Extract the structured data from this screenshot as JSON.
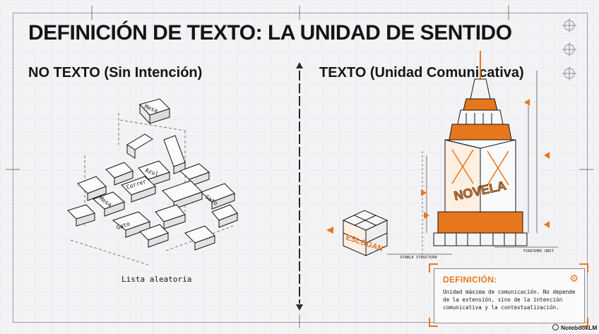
{
  "title": "DEFINICIÓN DE TEXTO: LA UNIDAD DE SENTIDO",
  "left_panel": {
    "title": "NO TEXTO (Sin Intención)",
    "blocks": [
      "Mesa",
      "Azul",
      "Correr",
      "Mesa",
      "Gato",
      "Gato"
    ],
    "caption": "Lista aleatoria"
  },
  "right_panel": {
    "title": "TEXTO (Unidad Comunicativa)",
    "small_label": "ESLOGAN",
    "big_label": "NOVELA",
    "dimension_left": "STABLE STRUCTURE",
    "dimension_right": "FINISHED UNIT"
  },
  "definition": {
    "heading": "DEFINICIÓN:",
    "body": "Unidad máxima de comunicación. No depende de la extensión, sino de la intención comunicativa y la contextualización.",
    "icon": "gear-icon"
  },
  "brand": "NotebookLM",
  "colors": {
    "accent": "#e8761c",
    "ink": "#151515",
    "background": "#f3f3f6"
  }
}
